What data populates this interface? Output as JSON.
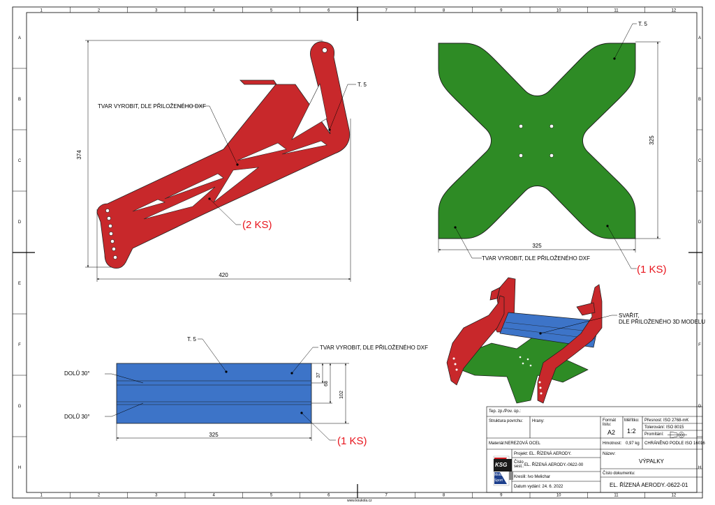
{
  "grid": {
    "cols": [
      "1",
      "2",
      "3",
      "4",
      "5",
      "6",
      "7",
      "8",
      "9",
      "10",
      "11",
      "12"
    ],
    "rows": [
      "A",
      "B",
      "C",
      "D",
      "E",
      "F",
      "G",
      "H"
    ]
  },
  "colors": {
    "bracket": "#c8282b",
    "plate": "#2e8b25",
    "sheet_metal": "#3d74c8",
    "callout_red": "#e8141c"
  },
  "views": {
    "bracket": {
      "height_dim": "374",
      "width_dim": "420",
      "thickness_label": "T. 5",
      "shape_note": "TVAR  VYROBIT, DLE PŘILOŽENÉHO DXF",
      "quantity": "(2 KS)"
    },
    "plate": {
      "thickness_label": "T. 5",
      "height_dim": "325",
      "width_dim": "325",
      "shape_note": "TVAR  VYROBIT, DLE PŘILOŽENÉHO DXF",
      "quantity": "(1 KS)"
    },
    "bent_sheet": {
      "thickness_label": "T. 5",
      "shape_note": "TVAR  VYROBIT, DLE PŘILOŽENÉHO DXF",
      "bend_1": "DOLŮ 30°",
      "bend_2": "DOLŮ 30°",
      "dim_37": "37",
      "dim_63": "63",
      "dim_102": "102",
      "width_dim": "325",
      "quantity": "(1 KS)"
    },
    "assembly": {
      "weld_note_1": "SVAŘIT,",
      "weld_note_2": "DLE PŘILOŽENÉHO 3D MODELU"
    }
  },
  "title_block": {
    "tep_zp": "Tep. zp./Pov. úp.:",
    "struktura": "Struktura povrchu:",
    "hrany": "Hrany:",
    "format_label": "Formát listu:",
    "format_value": "A2",
    "meritko_label": "Měřítko:",
    "meritko_value": "1:2",
    "presnost": "Přesnost: ISO 2768-mK",
    "tolerovani": "Tolerování: ISO 8015",
    "promitani": "Promítání:",
    "material": "Materiál:NEREZOVÁ OCEL",
    "hmotnost_label": "Hmotnost:",
    "hmotnost_value": "0,97 kg",
    "chraneno": "CHRÁNĚNO PODLE ISO 16016",
    "projekt": "Projekt: EL. ŘÍZENÁ AERODY.",
    "cislo_sest_label": "Číslo sest.:",
    "cislo_sest_value": "EL. ŘÍZENÁ AERODY.-0622-00",
    "kreslil": "Kreslil: Ivo Melichar",
    "datum": "Datum vydání: 24. 6. 2022",
    "nazev_label": "Název:",
    "nazev_value": "VÝPALKY",
    "cislo_dok_label": "Číslo dokumentu:",
    "cislo_dok_value": "EL. ŘÍZENÁ AERODY.-0622-01",
    "logo_ksg": "KSG",
    "logo_moto": "Moto",
    "logo_sport": "Sport"
  },
  "footer": {
    "url": "www.koukola.cz"
  }
}
